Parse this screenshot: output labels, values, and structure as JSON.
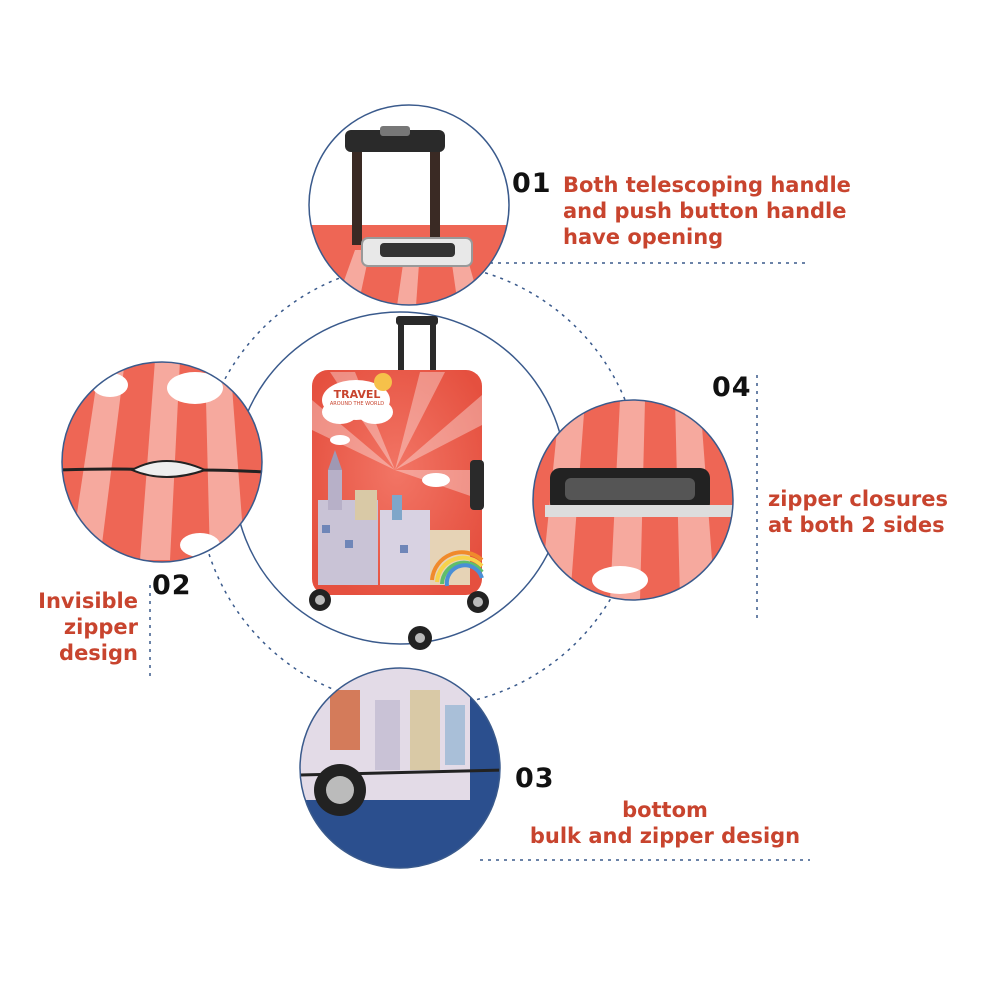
{
  "colors": {
    "accent_text": "#c8442e",
    "number_text": "#111111",
    "guide_line": "#3a5a8c",
    "cover_red": "#ec5f4f",
    "cover_stripe": "#f7a59a",
    "handle": "#2a2a2a"
  },
  "center_product": {
    "cloud_text_line1": "TRAVEL",
    "cloud_text_line2": "AROUND THE WORLD"
  },
  "features": [
    {
      "number": "01",
      "lines": [
        "Both telescoping handle",
        "and push button handle",
        "have opening"
      ]
    },
    {
      "number": "02",
      "lines": [
        "Invisible",
        "zipper",
        "design"
      ]
    },
    {
      "number": "03",
      "lines": [
        "bottom",
        "bulk and zipper design"
      ]
    },
    {
      "number": "04",
      "lines": [
        "zipper closures",
        "at both 2 sides"
      ]
    }
  ]
}
